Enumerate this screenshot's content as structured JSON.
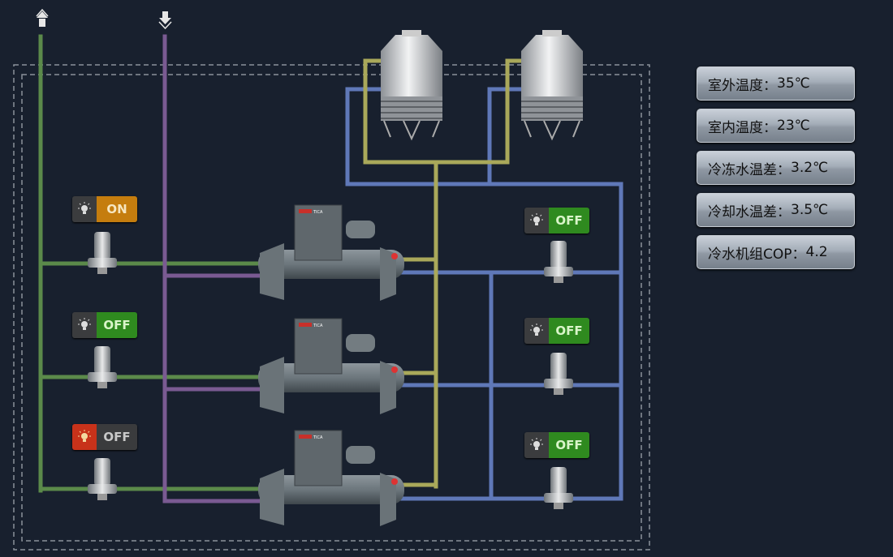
{
  "info_panel": [
    {
      "label": "室外温度：",
      "value": "35℃"
    },
    {
      "label": "室内温度：",
      "value": "23℃"
    },
    {
      "label": "冷冻水温差：",
      "value": "3.2℃"
    },
    {
      "label": "冷却水温差：",
      "value": "3.5℃"
    },
    {
      "label": "冷水机组COP：",
      "value": "4.2"
    }
  ],
  "left_pumps": [
    {
      "state": "ON",
      "status": "on"
    },
    {
      "state": "OFF",
      "status": "off"
    },
    {
      "state": "OFF",
      "status": "fault"
    }
  ],
  "right_pumps": [
    {
      "state": "OFF",
      "status": "off"
    },
    {
      "state": "OFF",
      "status": "off"
    },
    {
      "state": "OFF",
      "status": "off"
    }
  ],
  "chiller_brand": "TICA",
  "colors": {
    "background": "#18202e",
    "chilled_supply": "#5b8a4a",
    "chilled_return": "#7a5a92",
    "cooling_hot": "#a9a85a",
    "cooling_cold": "#5f78b8",
    "on": "#c57d0e",
    "off": "#2f8a1f",
    "fault": "#c8321a"
  }
}
